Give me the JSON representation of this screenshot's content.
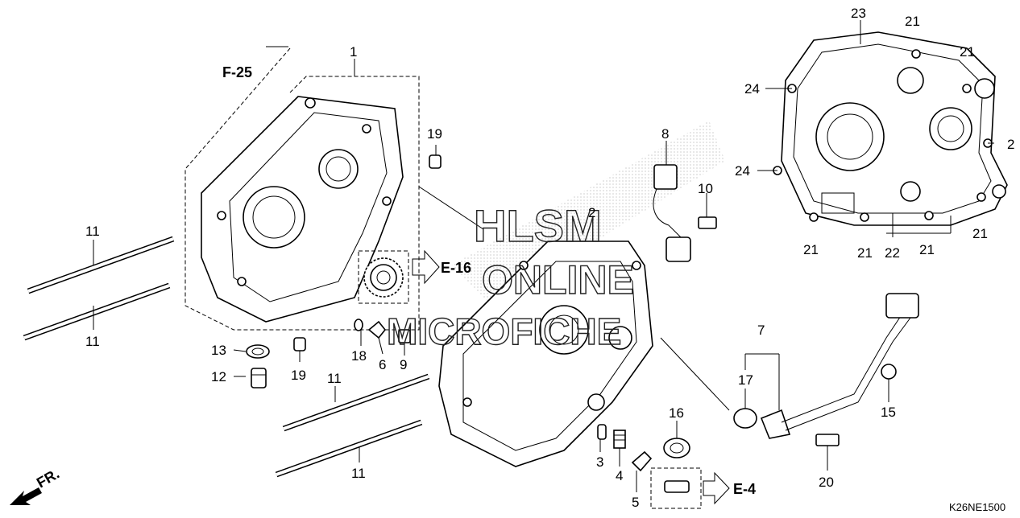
{
  "diagram_code": "K26NE1500",
  "watermark": [
    "HLSM",
    "ONLINE",
    "MICROFICHE"
  ],
  "direction_label": "FR.",
  "refs": [
    "F-25",
    "E-16",
    "E-4"
  ],
  "callouts": [
    "1",
    "2",
    "3",
    "4",
    "5",
    "6",
    "7",
    "8",
    "9",
    "10",
    "11",
    "11",
    "11",
    "11",
    "12",
    "13",
    "15",
    "16",
    "17",
    "18",
    "19",
    "19",
    "20",
    "21",
    "21",
    "21",
    "21",
    "21",
    "21",
    "21",
    "22",
    "23",
    "24",
    "24",
    "2",
    "2"
  ]
}
